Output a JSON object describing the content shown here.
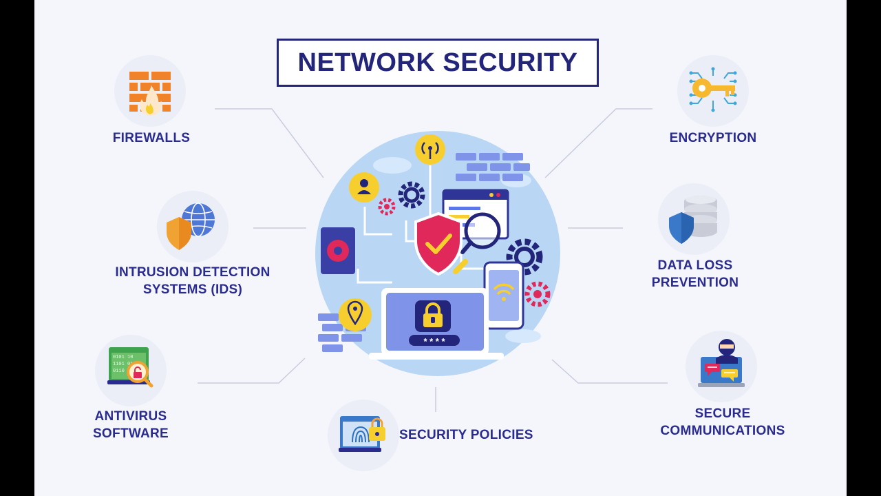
{
  "title": "NETWORK SECURITY",
  "items": {
    "firewalls": {
      "label": "FIREWALLS",
      "icon": "firewall-icon"
    },
    "ids": {
      "line1": "INTRUSION DETECTION",
      "line2": "SYSTEMS (IDS)",
      "icon": "shield-globe-icon"
    },
    "antivirus": {
      "line1": "ANTIVIRUS",
      "line2": "SOFTWARE",
      "icon": "antivirus-scan-icon"
    },
    "policies": {
      "label": "SECURITY POLICIES",
      "icon": "fingerprint-lock-icon"
    },
    "encryption": {
      "label": "ENCRYPTION",
      "icon": "circuit-key-icon"
    },
    "dlp": {
      "line1": "DATA LOSS",
      "line2": "PREVENTION",
      "icon": "database-shield-icon"
    },
    "secure_comms": {
      "line1": "SECURE",
      "line2": "COMMUNICATIONS",
      "icon": "hacker-laptop-icon"
    }
  },
  "hub": {
    "password_mask": "* * * *",
    "icon": "network-security-hub-illustration"
  },
  "colors": {
    "title": "#23257a",
    "label": "#2a2b8f",
    "hub_bg": "#b9d7f4",
    "accent_red": "#e0285a",
    "accent_yellow": "#f6cf2e",
    "accent_blue": "#5b77e6"
  }
}
